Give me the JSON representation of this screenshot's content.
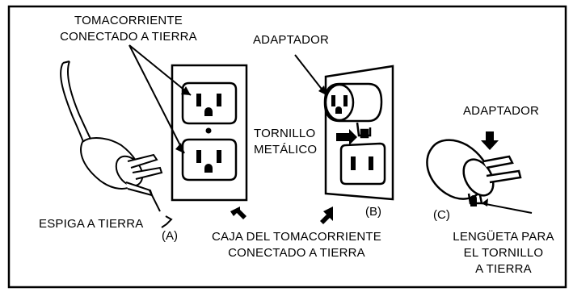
{
  "labels": {
    "receptacle_top": [
      "TOMACORRIENTE",
      "CONECTADO A TIERRA"
    ],
    "adapter_top": "ADAPTADOR",
    "screw": [
      "TORNILLO",
      "METÁLICO"
    ],
    "adapter_right": "ADAPTADOR",
    "ground_pin": "ESPIGA A TIERRA",
    "box": [
      "CAJA DEL TOMACORRIENTE",
      "CONECTADO A TIERRA"
    ],
    "tab": [
      "LENGÜETA PARA",
      "EL TORNILLO",
      "A TIERRA"
    ]
  },
  "figure_tags": {
    "a": "(A)",
    "b": "(B)",
    "c": "(C)"
  },
  "colors": {
    "ink": "#000000",
    "paper": "#ffffff"
  }
}
